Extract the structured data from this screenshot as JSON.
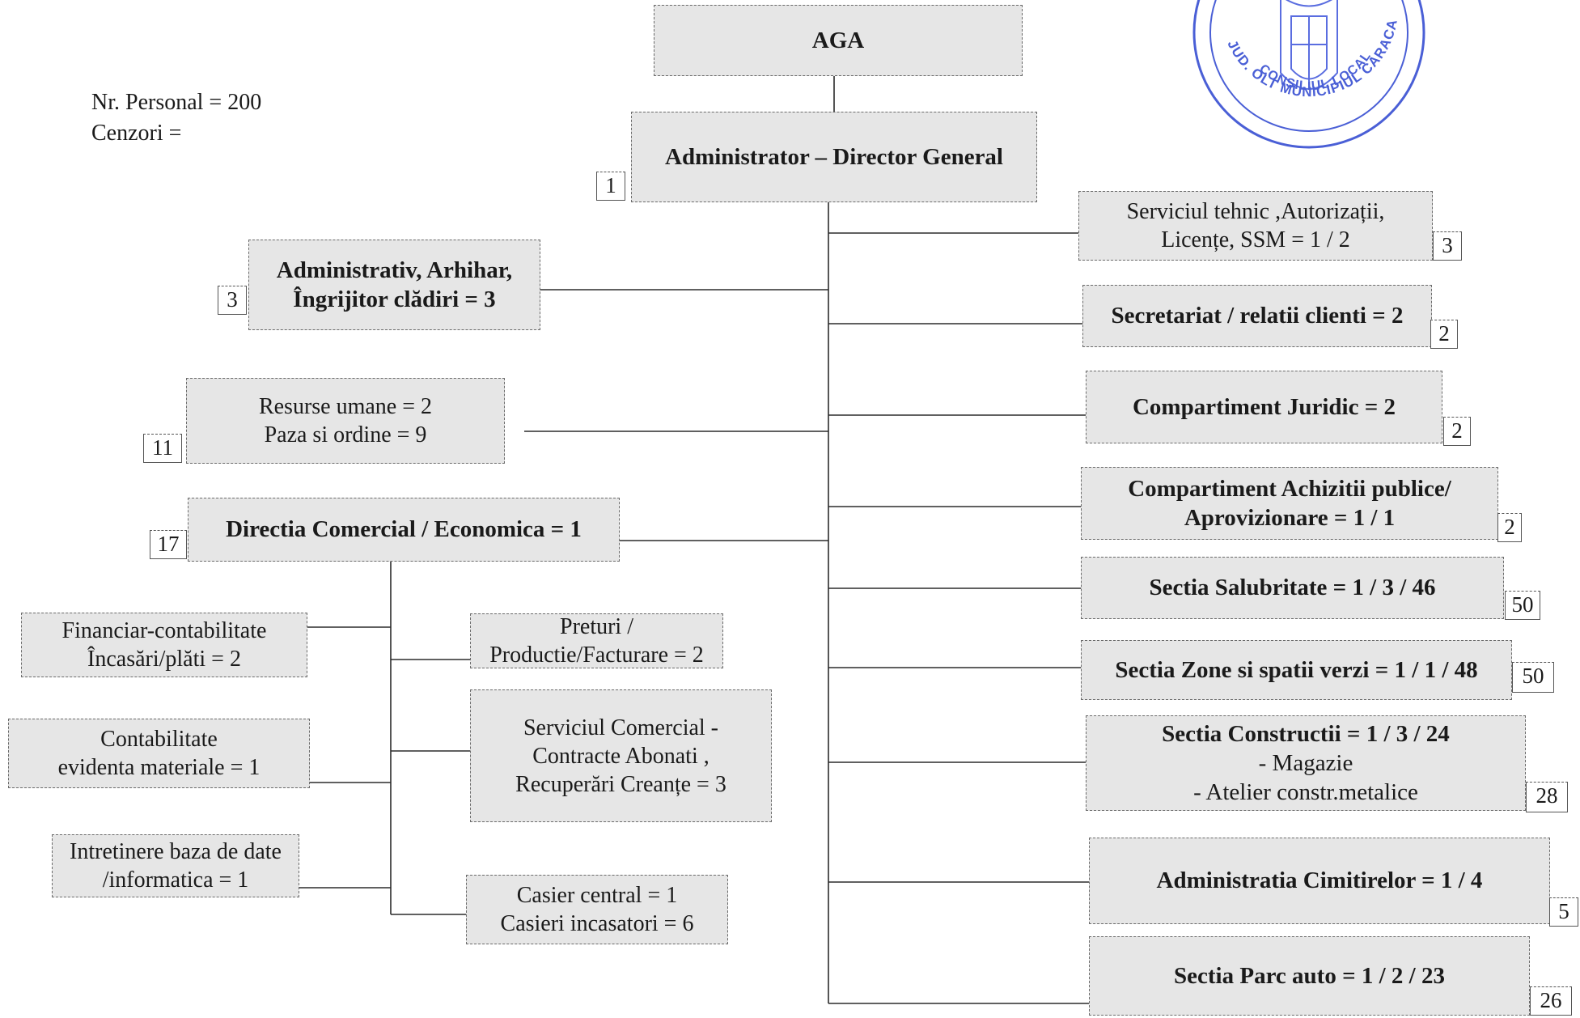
{
  "header_notes": {
    "personnel": "Nr. Personal =  200",
    "censors": "Cenzori ="
  },
  "top": {
    "aga": "AGA",
    "director": "Administrator – Director General",
    "director_tag": "1"
  },
  "stamp": {
    "text_lines": [
      "JUD. OLT MUNICIPIUL CARACAL",
      "CONSILIUL LOCAL"
    ]
  },
  "left_units": {
    "admin": {
      "lines": [
        "Administrativ, Arhihar,",
        "Îngrijitor clădiri = 3"
      ],
      "tag": "3"
    },
    "hr": {
      "lines": [
        "Resurse umane = 2",
        "Paza si ordine   = 9"
      ],
      "tag": "11"
    },
    "commercial": {
      "lines": [
        "Directia Comercial / Economica = 1"
      ],
      "tag": "17"
    }
  },
  "commercial_subunits": {
    "financial": [
      "Financiar-contabilitate",
      "Încasări/plăti  = 2"
    ],
    "materials": [
      "Contabilitate",
      "evidenta materiale = 1"
    ],
    "it": [
      "Intretinere baza de date",
      "/informatica = 1"
    ],
    "prices": [
      "Preturi /",
      "Productie/Facturare = 2"
    ],
    "commercial_service": [
      "Serviciul Comercial -",
      "Contracte  Abonati ,",
      "Recuperări Creanțe  = 3"
    ],
    "cashiers": [
      "Casier central = 1",
      "Casieri incasatori = 6"
    ]
  },
  "right_units": [
    {
      "lines": [
        "Serviciul tehnic ,Autorizații,",
        "Licențe, SSM = 1 / 2"
      ],
      "tag": "3",
      "weight": "normal"
    },
    {
      "lines": [
        "Secretariat / relatii clienti = 2"
      ],
      "tag": "2",
      "weight": "bold"
    },
    {
      "lines": [
        "Compartiment Juridic = 2"
      ],
      "tag": "2",
      "weight": "bold"
    },
    {
      "lines": [
        "Compartiment Achizitii publice/",
        "Aprovizionare = 1 /  1"
      ],
      "tag": "2",
      "weight": "bold"
    },
    {
      "lines": [
        "Sectia Salubritate = 1 / 3 / 46"
      ],
      "tag": "50",
      "weight": "bold"
    },
    {
      "lines": [
        "Sectia Zone si spatii verzi = 1 / 1 / 48"
      ],
      "tag": "50",
      "weight": "bold"
    },
    {
      "lines": [
        "Sectia Constructii = 1 / 3 / 24",
        "- Magazie",
        "- Atelier constr.metalice"
      ],
      "tag": "28",
      "weight": "bold"
    },
    {
      "lines": [
        "Administratia Cimitirelor = 1 / 4"
      ],
      "tag": "5",
      "weight": "bold"
    },
    {
      "lines": [
        "Sectia Parc auto =   1  /  2  / 23"
      ],
      "tag": "26",
      "weight": "bold"
    }
  ]
}
